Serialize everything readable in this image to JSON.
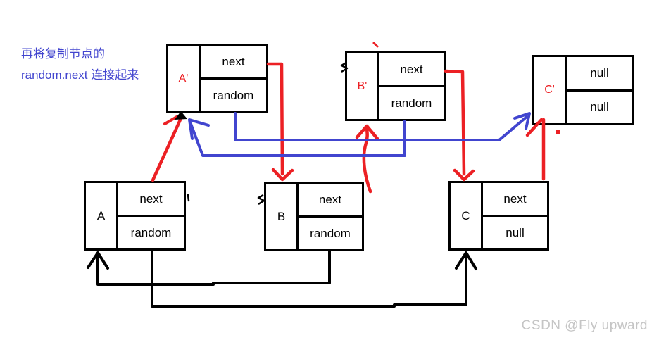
{
  "annotation": {
    "line1": "再将复制节点的",
    "line2": "random.next 连接起来"
  },
  "nodes": {
    "a_prime": {
      "label": "A'",
      "top_field": "next",
      "bottom_field": "random"
    },
    "b_prime": {
      "label": "B'",
      "top_field": "next",
      "bottom_field": "random"
    },
    "c_prime": {
      "label": "C'",
      "top_field": "null",
      "bottom_field": "null"
    },
    "a": {
      "label": "A",
      "top_field": "next",
      "bottom_field": "random"
    },
    "b": {
      "label": "B",
      "top_field": "next",
      "bottom_field": "random"
    },
    "c": {
      "label": "C",
      "top_field": "next",
      "bottom_field": "null"
    }
  },
  "edges": [
    {
      "name": "a-next-to-a-prime",
      "from": "A",
      "to": "A'",
      "color": "red"
    },
    {
      "name": "b-next-to-b-prime",
      "from": "B",
      "to": "B'",
      "color": "red"
    },
    {
      "name": "c-next-to-c-prime",
      "from": "C",
      "to": "C'",
      "color": "red"
    },
    {
      "name": "a-prime-next-to-b",
      "from": "A'.next",
      "to": "B",
      "color": "red"
    },
    {
      "name": "b-prime-next-to-c",
      "from": "B'.next",
      "to": "C",
      "color": "red"
    },
    {
      "name": "a-prime-random-to-c-prime",
      "from": "A'.random",
      "to": "C'",
      "color": "blue"
    },
    {
      "name": "b-prime-random-to-a-prime",
      "from": "B'.random",
      "to": "A'",
      "color": "blue"
    },
    {
      "name": "a-random-to-c",
      "from": "A.random",
      "to": "C",
      "color": "black"
    },
    {
      "name": "b-random-to-a",
      "from": "B.random",
      "to": "A",
      "color": "black"
    }
  ],
  "watermark": "CSDN @Fly upward",
  "colors": {
    "red": "#ec2024",
    "blue": "#4145cf",
    "black": "#000000",
    "annotation_blue": "#4245cf",
    "watermark_gray": "#c5c5c5",
    "background": "#ffffff"
  }
}
